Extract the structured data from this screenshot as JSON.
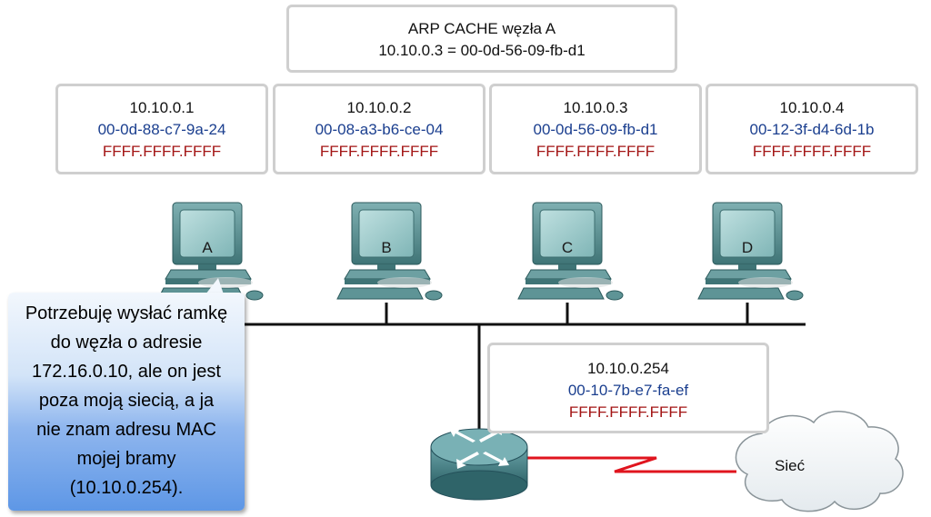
{
  "arp_cache": {
    "title": "ARP CACHE węzła A",
    "entry": "10.10.0.3 = 00-0d-56-09-fb-d1"
  },
  "hosts": [
    {
      "label": "A",
      "ip": "10.10.0.1",
      "mac": "00-0d-88-c7-9a-24",
      "broadcast": "FFFF.FFFF.FFFF"
    },
    {
      "label": "B",
      "ip": "10.10.0.2",
      "mac": "00-08-a3-b6-ce-04",
      "broadcast": "FFFF.FFFF.FFFF"
    },
    {
      "label": "C",
      "ip": "10.10.0.3",
      "mac": "00-0d-56-09-fb-d1",
      "broadcast": "FFFF.FFFF.FFFF"
    },
    {
      "label": "D",
      "ip": "10.10.0.4",
      "mac": "00-12-3f-d4-6d-1b",
      "broadcast": "FFFF.FFFF.FFFF"
    }
  ],
  "router": {
    "ip": "10.10.0.254",
    "mac": "00-10-7b-e7-fa-ef",
    "broadcast": "FFFF.FFFF.FFFF"
  },
  "cloud": {
    "label": "Sieć"
  },
  "callout": {
    "lines": [
      "Potrzebuję wysłać ramkę",
      "do węzła o adresie",
      "172.16.0.10, ale on jest",
      "poza moją siecią, a ja",
      "nie znam adresu MAC",
      "mojej bramy",
      "(10.10.0.254)."
    ]
  },
  "colors": {
    "mac": "#1b3f8f",
    "broadcast": "#a31515",
    "wan_link": "#e0141e",
    "pc_body": "#4f8b8d"
  }
}
